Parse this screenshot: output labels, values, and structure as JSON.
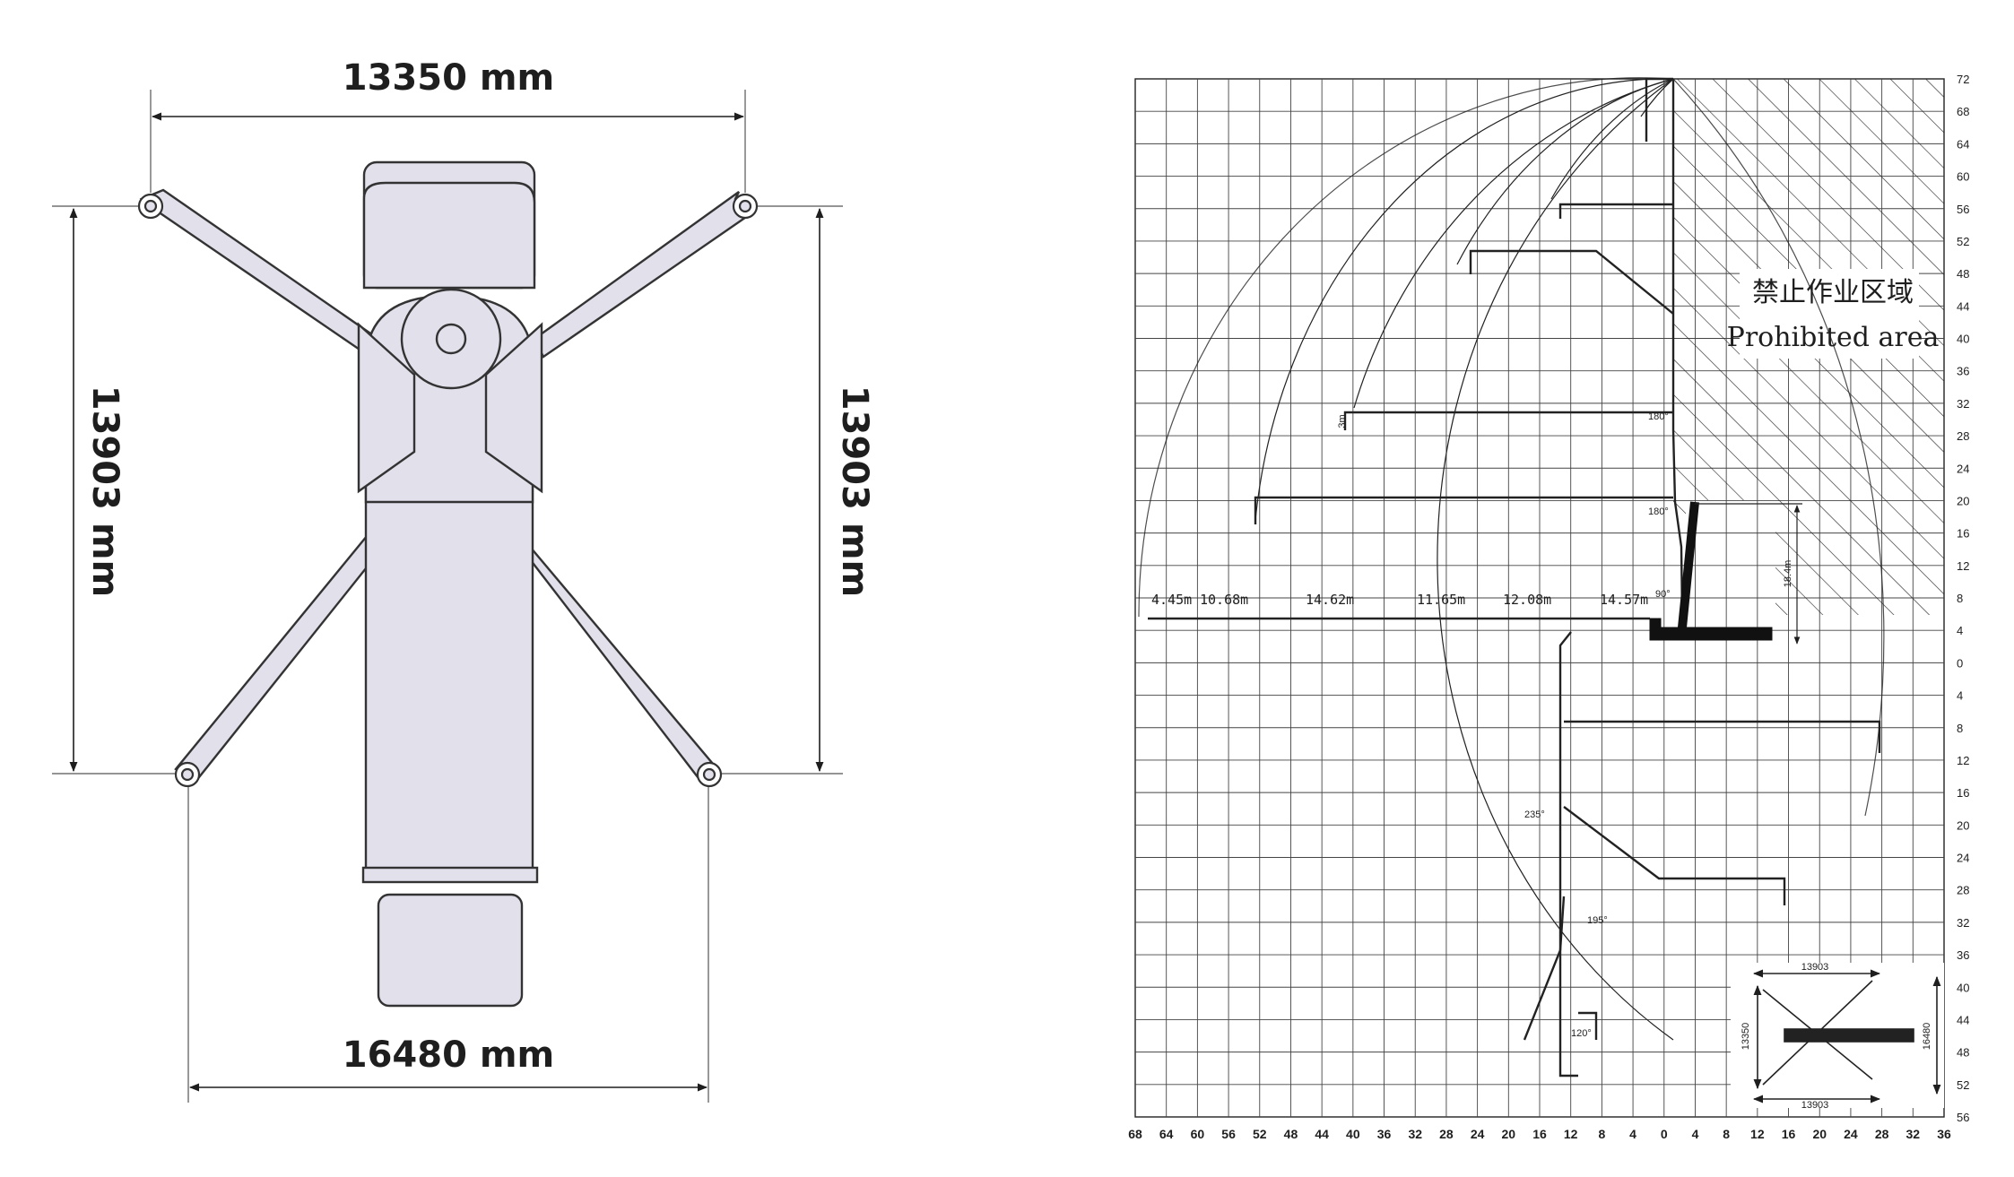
{
  "outline_view": {
    "dim_top": "13350 mm",
    "dim_bottom": "16480 mm",
    "dim_left": "13903 mm",
    "dim_right": "13903 mm"
  },
  "reach_chart": {
    "zone_label_cn": "禁止作业区域",
    "zone_label_en": "Prohibited area",
    "x_ticks": [
      "68",
      "64",
      "60",
      "56",
      "52",
      "48",
      "44",
      "40",
      "36",
      "32",
      "28",
      "24",
      "20",
      "16",
      "12",
      "8",
      "4",
      "0",
      "4",
      "8",
      "12",
      "16",
      "20",
      "24",
      "28",
      "32",
      "36"
    ],
    "y_ticks": [
      "72",
      "68",
      "64",
      "60",
      "56",
      "52",
      "48",
      "44",
      "40",
      "36",
      "32",
      "28",
      "24",
      "20",
      "16",
      "12",
      "8",
      "4",
      "0",
      "4",
      "8",
      "12",
      "16",
      "20",
      "24",
      "28",
      "32",
      "36",
      "40",
      "44",
      "48",
      "52",
      "56"
    ],
    "section_lengths": [
      "4.45m",
      "10.68m",
      "14.62m",
      "11.65m",
      "12.08m",
      "14.57m"
    ],
    "angles": [
      "180°",
      "180°",
      "90°",
      "235°",
      "195°",
      "120°"
    ],
    "height_label": "18.4m",
    "small_label": "3m",
    "inset": {
      "dim_top": "13903",
      "dim_bottom": "13903",
      "dim_left": "13350",
      "dim_right": "16480"
    }
  }
}
